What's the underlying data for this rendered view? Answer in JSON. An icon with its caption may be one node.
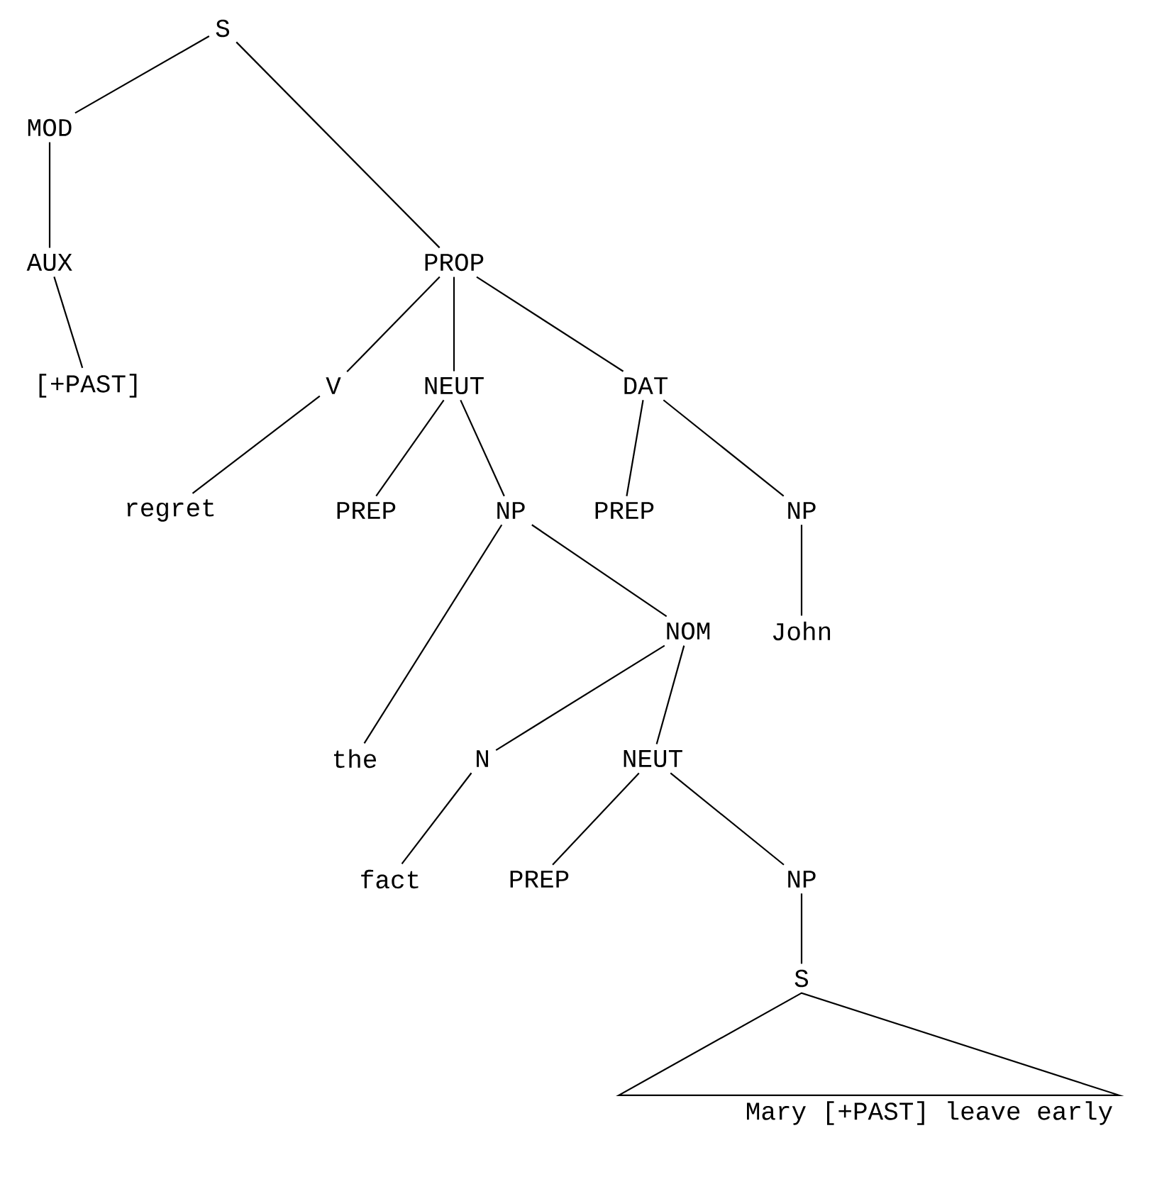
{
  "diagram": {
    "nodes": [
      {
        "text": [
          "S"
        ]
      },
      {
        "text": [
          "MOD"
        ]
      },
      {
        "text": [
          "AUX"
        ]
      },
      {
        "text": [
          "[+PAST]"
        ]
      },
      {
        "text": [
          "PROP"
        ]
      },
      {
        "text": [
          "V"
        ]
      },
      {
        "text": [
          "NEUT"
        ]
      },
      {
        "text": [
          "DAT"
        ]
      },
      {
        "text": [
          "regret"
        ]
      },
      {
        "text": [
          "PREP"
        ]
      },
      {
        "text": [
          "NP"
        ]
      },
      {
        "text": [
          "PREP"
        ]
      },
      {
        "text": [
          "NP"
        ]
      },
      {
        "text": [
          "John"
        ]
      },
      {
        "text": [
          "NOM"
        ]
      },
      {
        "text": [
          "the"
        ]
      },
      {
        "text": [
          "N"
        ]
      },
      {
        "text": [
          "NEUT"
        ]
      },
      {
        "text": [
          "fact"
        ]
      },
      {
        "text": [
          "PREP"
        ]
      },
      {
        "text": [
          "NP"
        ]
      },
      {
        "text": [
          "S"
        ]
      },
      {
        "text": [
          "Mary [+PAST] leave early"
        ]
      }
    ],
    "edges": [
      {
        "from": 0,
        "to": 1,
        "arrow": "none"
      },
      {
        "from": 0,
        "to": 4,
        "arrow": "none"
      },
      {
        "from": 1,
        "to": 2,
        "arrow": "none"
      },
      {
        "from": 2,
        "to": 3,
        "arrow": "none"
      },
      {
        "from": 4,
        "to": 5,
        "arrow": "none"
      },
      {
        "from": 4,
        "to": 6,
        "arrow": "none"
      },
      {
        "from": 4,
        "to": 7,
        "arrow": "none"
      },
      {
        "from": 5,
        "to": 8,
        "arrow": "none"
      },
      {
        "from": 6,
        "to": 9,
        "arrow": "none"
      },
      {
        "from": 6,
        "to": 10,
        "arrow": "none"
      },
      {
        "from": 7,
        "to": 11,
        "arrow": "none"
      },
      {
        "from": 7,
        "to": 12,
        "arrow": "none"
      },
      {
        "from": 12,
        "to": 13,
        "arrow": "none"
      },
      {
        "from": 10,
        "to": 14,
        "arrow": "none"
      },
      {
        "from": 10,
        "to": 15,
        "arrow": "none"
      },
      {
        "from": 14,
        "to": 16,
        "arrow": "none"
      },
      {
        "from": 14,
        "to": 17,
        "arrow": "none"
      },
      {
        "from": 16,
        "to": 18,
        "arrow": "none"
      },
      {
        "from": 17,
        "to": 19,
        "arrow": "none"
      },
      {
        "from": 17,
        "to": 20,
        "arrow": "none"
      },
      {
        "from": 20,
        "to": 21,
        "arrow": "none"
      },
      {
        "from": 21,
        "to": 22,
        "arrow": "none"
      }
    ]
  }
}
